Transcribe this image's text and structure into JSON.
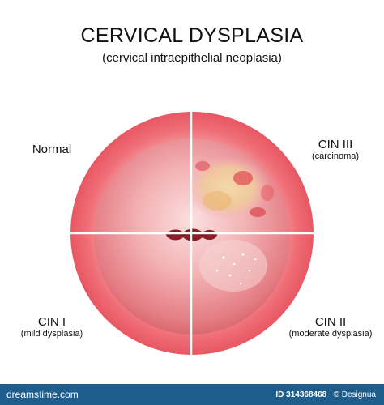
{
  "title": "CERVICAL DYSPLASIA",
  "subtitle": "(cervical intraepithelial neoplasia)",
  "quadrants": {
    "top_left": {
      "label": "Normal",
      "sublabel": ""
    },
    "top_right": {
      "label": "CIN III",
      "sublabel": "(carcinoma)"
    },
    "bottom_left": {
      "label": "CIN I",
      "sublabel": "(mild dysplasia)"
    },
    "bottom_right": {
      "label": "CIN II",
      "sublabel": "(moderate dysplasia)"
    }
  },
  "footer": {
    "brand_prefix": "dreams",
    "brand_dot": "t",
    "brand_suffix": "ime.com",
    "id_label": "ID 314368468",
    "credit": "© Designua"
  },
  "colors": {
    "ring": "#ee6f78",
    "cervix": "#f2a8ab",
    "os": "#8a1e26",
    "footer": "#1f5d8c"
  }
}
